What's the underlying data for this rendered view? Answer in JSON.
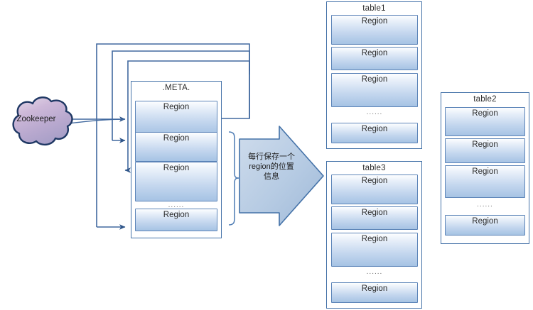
{
  "diagram": {
    "title": "HBase region lookup via Zookeeper and .META. table",
    "colors": {
      "line": "#41699f",
      "region_border": "#5c84b8",
      "region_fill_top": "#fdfeff",
      "region_fill_bottom": "#a6c3e4",
      "table_border": "#4472a8",
      "arrow_fill": "#b8cce4",
      "arrow_border": "#4472a8",
      "cloud_border": "#1f3864",
      "cloud_fill": "#c9b7d4"
    }
  },
  "zookeeper": {
    "label": "Zookeeper",
    "icon": "cloud-icon"
  },
  "callout": {
    "icon": "right-arrow-icon",
    "text_lines": [
      "每行保存一个",
      "region的位置",
      "信息"
    ],
    "text": "每行保存一个region的位置信息"
  },
  "meta_table": {
    "title": ".META.",
    "ellipsis": "......",
    "rows": [
      {
        "label": "Region"
      },
      {
        "label": "Region"
      },
      {
        "label": "Region"
      },
      {
        "label": "Region"
      }
    ]
  },
  "tables": [
    {
      "id": "table1",
      "title": "table1",
      "ellipsis": "......",
      "rows": [
        {
          "label": "Region"
        },
        {
          "label": "Region"
        },
        {
          "label": "Region"
        },
        {
          "label": "Region"
        }
      ]
    },
    {
      "id": "table3",
      "title": "table3",
      "ellipsis": "......",
      "rows": [
        {
          "label": "Region"
        },
        {
          "label": "Region"
        },
        {
          "label": "Region"
        },
        {
          "label": "Region"
        }
      ]
    },
    {
      "id": "table2",
      "title": "table2",
      "ellipsis": "......",
      "rows": [
        {
          "label": "Region"
        },
        {
          "label": "Region"
        },
        {
          "label": "Region"
        },
        {
          "label": "Region"
        }
      ]
    }
  ]
}
